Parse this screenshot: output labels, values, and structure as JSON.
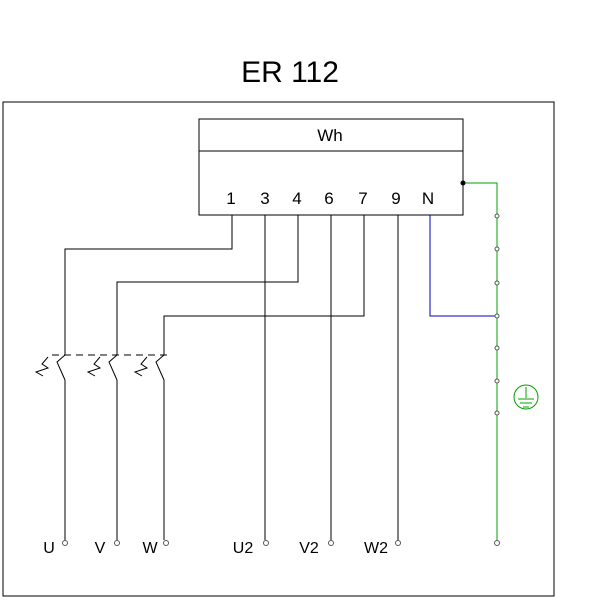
{
  "title": "ER 112",
  "meter": {
    "label": "Wh",
    "terminals": [
      "1",
      "3",
      "4",
      "6",
      "7",
      "9",
      "N"
    ]
  },
  "outputs": {
    "input_phases": [
      "U",
      "V",
      "W"
    ],
    "output_phases": [
      "U2",
      "V2",
      "W2"
    ]
  },
  "colors": {
    "wire": "#000000",
    "neutral": "#0000c8",
    "earth": "#00a000"
  },
  "icons": [
    "switch-contact-icon",
    "earth-ground-icon"
  ]
}
